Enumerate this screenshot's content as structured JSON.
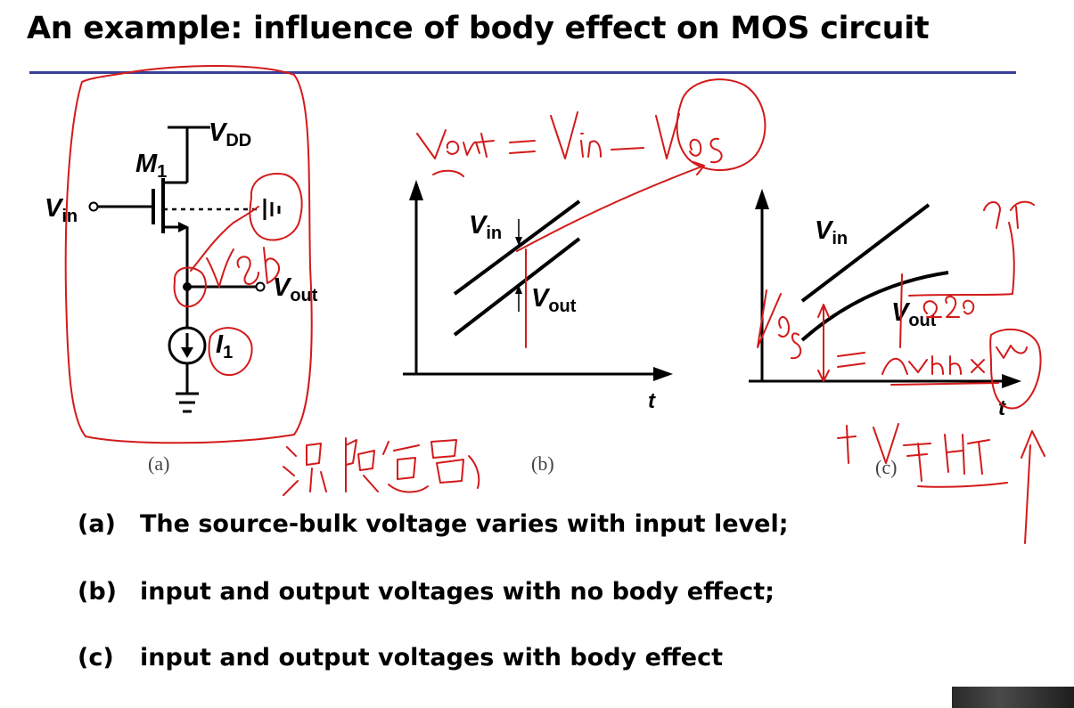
{
  "slide": {
    "title": "An example: influence of body effect on MOS circuit",
    "accent_color": "#3a3f9a",
    "ink_color": "#d31a1a"
  },
  "figure_a": {
    "vdd_sub": "DD",
    "m1_sub": "1",
    "vin_sub": "in",
    "vout_sub": "out",
    "i1_sub": "1",
    "caption": "(a)"
  },
  "figure_b": {
    "vin_sub": "in",
    "vout_sub": "out",
    "axis_label": "t",
    "caption": "(b)"
  },
  "figure_c": {
    "vin_sub": "in",
    "vout_sub": "out",
    "axis_label": "t",
    "caption": "(c)"
  },
  "captions": {
    "a_tag": "(a)",
    "a_text": "The source-bulk voltage varies with input level;",
    "b_tag": "(b)",
    "b_text": "input and output voltages with no body effect;",
    "c_tag": "(c)",
    "c_text": "input and output voltages with body effect"
  }
}
